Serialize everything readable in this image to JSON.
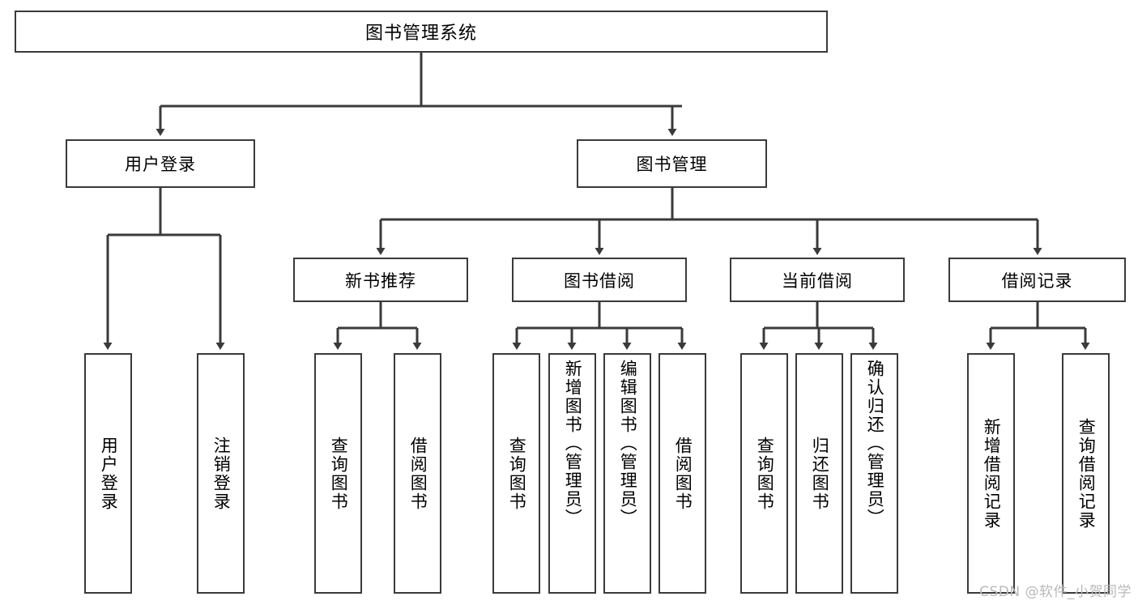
{
  "diagram": {
    "type": "tree",
    "title": "图书管理系统",
    "colors": {
      "box_border": "#3a3a3a",
      "box_fill": "#ffffff",
      "text": "#000000",
      "edge": "#3a3a3a",
      "watermark": "#b9b9b9"
    },
    "root": {
      "label": "图书管理系统"
    },
    "level2": [
      {
        "label": "用户登录"
      },
      {
        "label": "图书管理"
      }
    ],
    "level3": [
      {
        "label": "新书推荐"
      },
      {
        "label": "图书借阅"
      },
      {
        "label": "当前借阅"
      },
      {
        "label": "借阅记录"
      }
    ],
    "leaves": {
      "user_login": [
        {
          "label": "用户登录"
        },
        {
          "label": "注销登录"
        }
      ],
      "new_book": [
        {
          "label": "查询图书"
        },
        {
          "label": "借阅图书"
        }
      ],
      "borrow_book": [
        {
          "label": "查询图书"
        },
        {
          "label": "新增图书（管理员）"
        },
        {
          "label": "编辑图书（管理员）"
        },
        {
          "label": "借阅图书"
        }
      ],
      "current_borrow": [
        {
          "label": "查询图书"
        },
        {
          "label": "归还图书"
        },
        {
          "label": "确认归还（管理员）"
        }
      ],
      "borrow_record": [
        {
          "label": "新增借阅记录"
        },
        {
          "label": "查询借阅记录"
        }
      ]
    }
  },
  "watermark": {
    "text": "CSDN @软件_小贺同学"
  }
}
